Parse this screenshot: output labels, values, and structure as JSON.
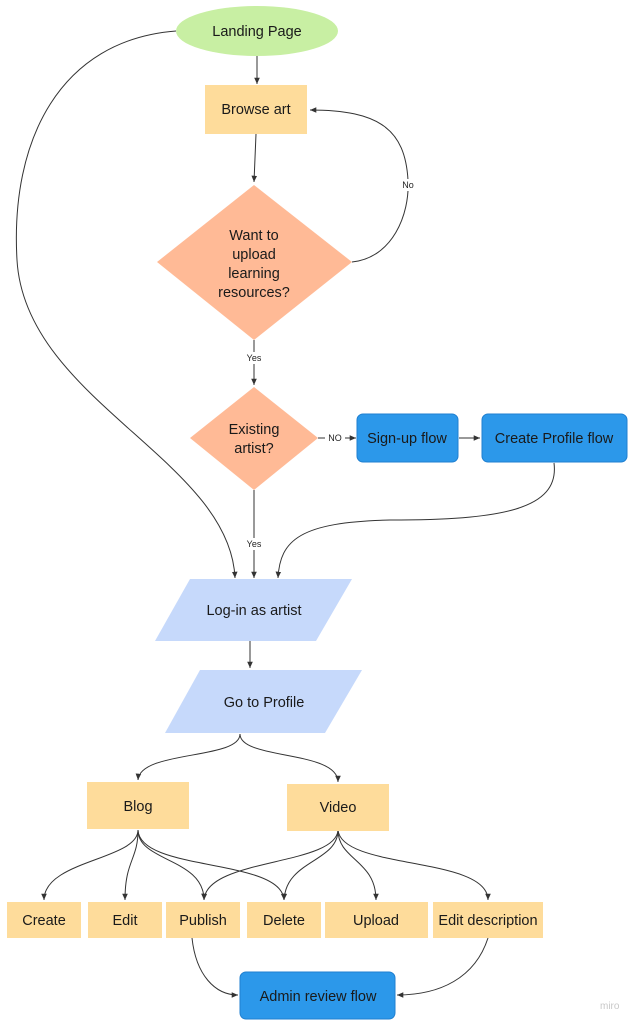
{
  "colors": {
    "start_fill": "#c8efa3",
    "process_fill": "#fedc9b",
    "decision_fill": "#ffba96",
    "flow_fill": "#2c98ea",
    "flow_stroke": "#1f7fd0",
    "io_fill": "#c6d9fb",
    "edge": "#333333"
  },
  "nodes": {
    "landing_page": "Landing Page",
    "browse_art": "Browse art",
    "upload_decision": [
      "Want to",
      "upload",
      "learning",
      "resources?"
    ],
    "artist_decision": [
      "Existing",
      "artist?"
    ],
    "signup_flow": "Sign-up flow",
    "create_profile_flow": "Create Profile flow",
    "login_artist": "Log-in as artist",
    "go_to_profile": "Go to Profile",
    "blog": "Blog",
    "video": "Video",
    "create": "Create",
    "edit": "Edit",
    "publish": "Publish",
    "delete": "Delete",
    "upload": "Upload",
    "edit_description": "Edit description",
    "admin_review_flow": "Admin review flow"
  },
  "edge_labels": {
    "no_loop": "No",
    "yes_upload": "Yes",
    "no_artist": "NO",
    "yes_artist": "Yes"
  },
  "watermark": "miro"
}
